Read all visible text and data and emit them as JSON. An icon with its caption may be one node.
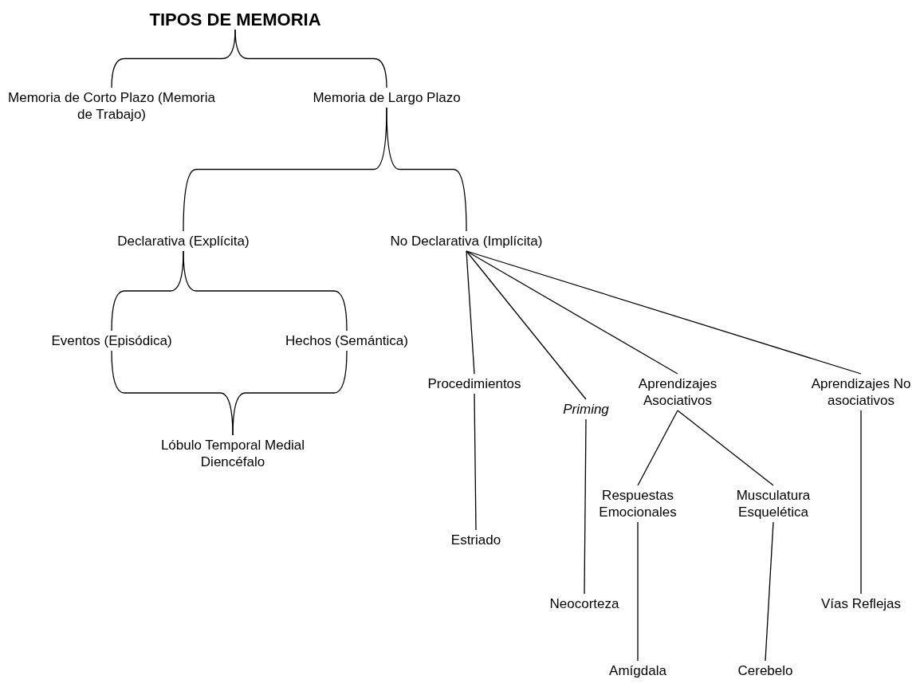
{
  "diagram": {
    "nodes": [
      {
        "text": [
          "TIPOS DE MEMORIA"
        ]
      },
      {
        "text": [
          "Memoria de Corto Plazo (Memoria de Trabajo)"
        ]
      },
      {
        "text": [
          "Memoria de Largo Plazo"
        ]
      },
      {
        "text": [
          "Declarativa (Explícita)"
        ]
      },
      {
        "text": [
          "No Declarativa (Implícita)"
        ]
      },
      {
        "text": [
          "Eventos (Episódica)"
        ]
      },
      {
        "text": [
          "Hechos (Semántica)"
        ]
      },
      {
        "text": [
          "Lóbulo Temporal Medial Diencéfalo"
        ]
      },
      {
        "text": [
          "Procedimientos"
        ]
      },
      {
        "text": [
          "Priming"
        ]
      },
      {
        "text": [
          "Aprendizajes Asociativos"
        ]
      },
      {
        "text": [
          "Aprendizajes No asociativos"
        ]
      },
      {
        "text": [
          "Estriado"
        ]
      },
      {
        "text": [
          "Neocorteza"
        ]
      },
      {
        "text": [
          "Respuestas Emocionales"
        ]
      },
      {
        "text": [
          "Musculatura Esquelética"
        ]
      },
      {
        "text": [
          "Vías Reflejas"
        ]
      },
      {
        "text": [
          "Amígdala"
        ]
      },
      {
        "text": [
          "Cerebelo"
        ]
      }
    ],
    "edges": [
      {
        "from": 0,
        "to": 1,
        "arrow": "none"
      },
      {
        "from": 0,
        "to": 2,
        "arrow": "none"
      },
      {
        "from": 2,
        "to": 3,
        "arrow": "none"
      },
      {
        "from": 2,
        "to": 4,
        "arrow": "none"
      },
      {
        "from": 3,
        "to": 5,
        "arrow": "none"
      },
      {
        "from": 3,
        "to": 6,
        "arrow": "none"
      },
      {
        "from": 5,
        "to": 7,
        "arrow": "none"
      },
      {
        "from": 6,
        "to": 7,
        "arrow": "none"
      },
      {
        "from": 4,
        "to": 8,
        "arrow": "none"
      },
      {
        "from": 4,
        "to": 9,
        "arrow": "none"
      },
      {
        "from": 4,
        "to": 10,
        "arrow": "none"
      },
      {
        "from": 4,
        "to": 11,
        "arrow": "none"
      },
      {
        "from": 8,
        "to": 12,
        "arrow": "none"
      },
      {
        "from": 9,
        "to": 13,
        "arrow": "none"
      },
      {
        "from": 10,
        "to": 14,
        "arrow": "none"
      },
      {
        "from": 10,
        "to": 15,
        "arrow": "none"
      },
      {
        "from": 14,
        "to": 17,
        "arrow": "none"
      },
      {
        "from": 15,
        "to": 18,
        "arrow": "none"
      },
      {
        "from": 11,
        "to": 16,
        "arrow": "none"
      }
    ]
  }
}
